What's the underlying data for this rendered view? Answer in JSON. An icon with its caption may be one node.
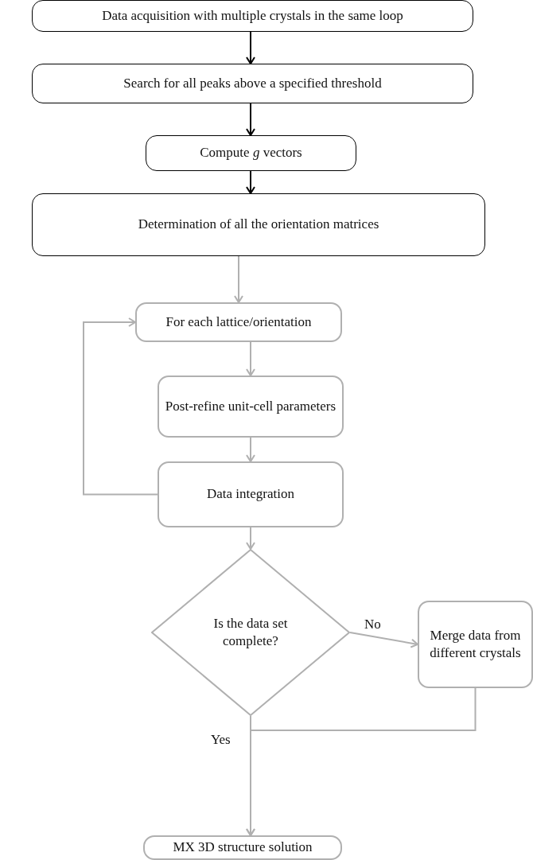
{
  "diagram": {
    "nodes": [
      {
        "text": [
          "Data acquisition with multiple crystals in the same loop"
        ]
      },
      {
        "text": [
          "Search for all peaks above a specified threshold"
        ]
      },
      {
        "text": [
          "Compute *g* vectors"
        ]
      },
      {
        "text": [
          "Determination of all the orientation matrices"
        ]
      },
      {
        "text": [
          "For each lattice/orientation"
        ]
      },
      {
        "text": [
          "Post-refine unit-cell parameters"
        ]
      },
      {
        "text": [
          "Data integration"
        ]
      },
      {
        "text": [
          "Is the data set complete?"
        ]
      },
      {
        "text": [
          "Merge data from different crystals"
        ]
      },
      {
        "text": [
          "MX 3D structure solution"
        ]
      }
    ],
    "edges": [
      {
        "from": 0,
        "to": 1,
        "arrow": "to",
        "color": "#000000"
      },
      {
        "from": 1,
        "to": 2,
        "arrow": "to",
        "color": "#000000"
      },
      {
        "from": 2,
        "to": 3,
        "arrow": "to",
        "color": "#000000"
      },
      {
        "from": 3,
        "to": 4,
        "arrow": "to"
      },
      {
        "from": 4,
        "to": 5,
        "arrow": "to"
      },
      {
        "from": 5,
        "to": 6,
        "arrow": "to"
      },
      {
        "from": 6,
        "to": 4,
        "arrow": "to"
      },
      {
        "from": 6,
        "to": 7,
        "arrow": "to"
      },
      {
        "from": 7,
        "to": 8,
        "arrow": "to",
        "label": "No"
      },
      {
        "from": 8,
        "to": 9,
        "arrow": "to"
      },
      {
        "from": 7,
        "to": 9,
        "arrow": "to",
        "label": "Yes"
      }
    ]
  }
}
